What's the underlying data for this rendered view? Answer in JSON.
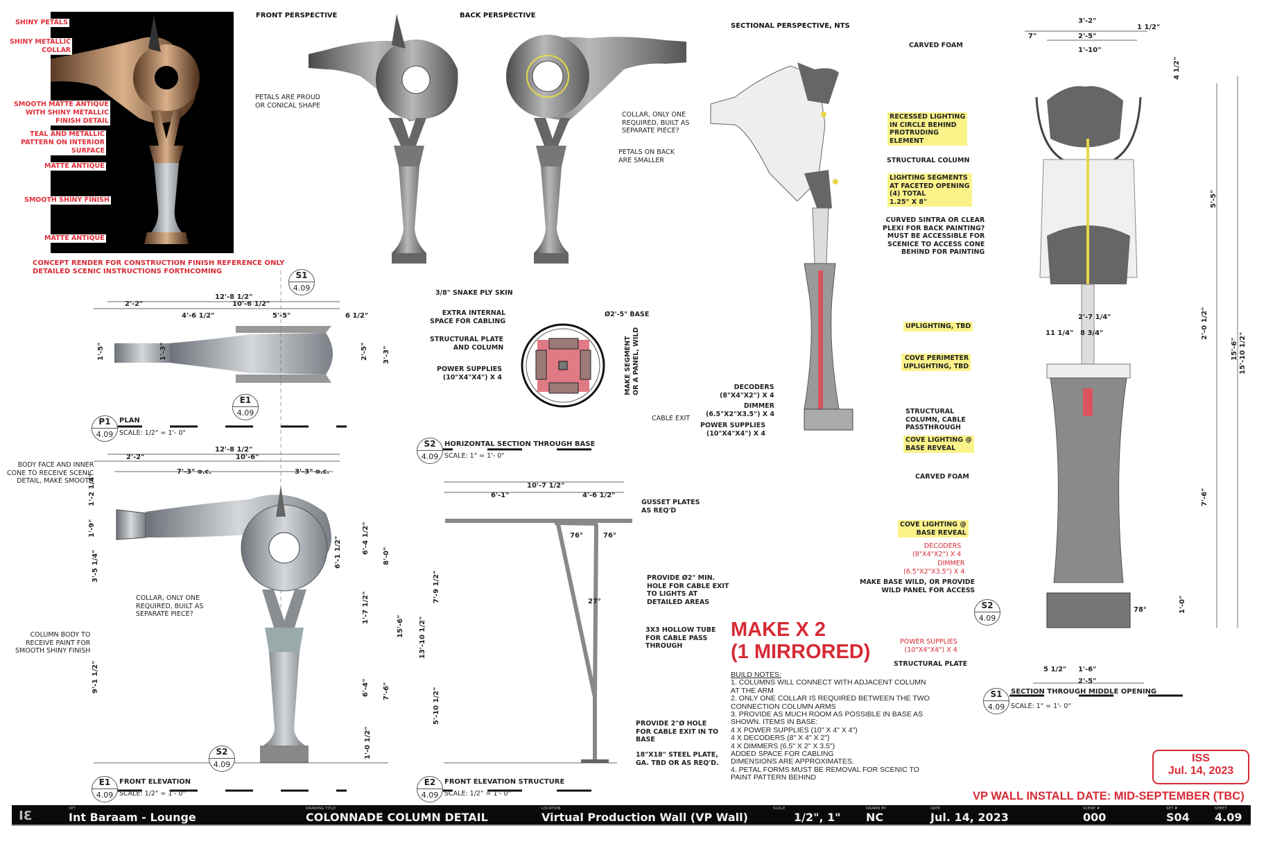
{
  "render": {
    "callouts": [
      "SHINY PETALS",
      "SHINY METALLIC\nCOLLAR",
      "SMOOTH MATTE ANTIQUE\nWITH SHINY METALLIC\nFINISH DETAIL",
      "TEAL AND METALLIC\nPATTERN ON INTERIOR\nSURFACE",
      "MATTE ANTIQUE",
      "SMOOTH SHINY FINISH",
      "MATTE ANTIQUE"
    ],
    "caption_1": "CONCEPT RENDER FOR CONSTRUCTION FINISH REFERENCE ONLY",
    "caption_2": "DETAILED SCENIC INSTRUCTIONS FORTHCOMING"
  },
  "front_perspective": {
    "title": "FRONT PERSPECTIVE",
    "note": "PETALS ARE PROUD\nOR CONICAL SHAPE"
  },
  "back_perspective": {
    "title": "BACK PERSPECTIVE",
    "note_collar": "COLLAR, ONLY ONE\nREQUIRED, BUILT AS\nSEPARATE PIECE?",
    "note_petals": "PETALS ON BACK\nARE SMALLER"
  },
  "sectional": {
    "title": "SECTIONAL PERSPECTIVE, NTS",
    "carved_foam": "CARVED FOAM",
    "recessed": "RECESSED LIGHTING\nIN CIRCLE BEHIND\nPROTRUDING\nELEMENT",
    "structural_column": "STRUCTURAL COLUMN",
    "lighting_segments": "LIGHTING SEGMENTS\nAT FACETED OPENING\n(4) TOTAL\n1.25\" X 8\"",
    "curved_sintra": "CURVED SINTRA OR CLEAR\nPLEXI FOR BACK PAINTING?\nMUST BE ACCESSIBLE FOR\nSCENICE TO ACCESS CONE\nBEHIND FOR PAINTING",
    "uplighting": "UPLIGHTING, TBD",
    "cove_perimeter": "COVE PERIMETER\nUPLIGHTING, TBD",
    "decoders": "DECODERS\n(8\"X4\"X2\") X 4",
    "dimmer": "DIMMER\n(6.5\"X2\"X3.5\") X 4",
    "power_supplies": "POWER SUPPLIES\n(10\"X4\"X4\") X 4",
    "cable_passthrough": "STRUCTURAL\nCOLUMN, CABLE\nPASSTHROUGH",
    "cove_lighting": "COVE LIGHTING @\nBASE REVEAL"
  },
  "section_s1": {
    "carved_foam": "CARVED FOAM",
    "cove_lighting": "COVE LIGHTING @\nBASE REVEAL",
    "decoders": "DECODERS\n(8\"X4\"X2\") X 4",
    "dimmer": "DIMMER\n(6.5\"X2\"X3.5\") X 4",
    "make_base_wild": "MAKE BASE WILD, OR PROVIDE\nWILD PANEL FOR ACCESS",
    "power_supplies": "POWER SUPPLIES\n(10\"X4\"X4\") X 4",
    "structural_plate": "STRUCTURAL PLATE",
    "tag": "S1",
    "sheet": "4.09",
    "title": "SECTION THROUGH MIDDLE OPENING",
    "scale": "SCALE: 1\" = 1'- 0\"",
    "s2_tag": "S2",
    "s2_sheet": "4.09",
    "dims": [
      "3'-2\"",
      "2'-5\"",
      "1'-10\"",
      "7\"",
      "1 1/2\"",
      "4 1/2\"",
      "5'-5\"",
      "15'-6\"",
      "15'-10 1/2\"",
      "2'-0 1/2\"",
      "7'-6\"",
      "1'-0\"",
      "2'-7 1/4\"",
      "11 1/4\"",
      "8 3/4\"",
      "1'-6\"",
      "5 1/2\"",
      "2'-5\"",
      "78°"
    ]
  },
  "plan_p1": {
    "tag": "P1",
    "sheet": "4.09",
    "title": "PLAN",
    "scale": "SCALE: 1/2\" = 1'- 0\"",
    "s1_tag": "S1",
    "s1_sheet": "4.09",
    "e1_tag": "E1",
    "e1_sheet": "4.09",
    "dims": [
      "12'-8 1/2\"",
      "2'-2\"",
      "10'-6 1/2\"",
      "4'-6 1/2\"",
      "5'-5\"",
      "6 1/2\"",
      "1'-5\"",
      "1'-3\"",
      "2'-5\"",
      "3'-3\""
    ]
  },
  "section_s2": {
    "tag": "S2",
    "sheet": "4.09",
    "title": "HORIZONTAL SECTION THROUGH BASE",
    "scale": "SCALE: 1\" = 1'- 0\"",
    "snake_ply": "3/8\" SNAKE PLY SKIN",
    "extra_space": "EXTRA INTERNAL\nSPACE FOR CABLING",
    "structural_plate": "STRUCTURAL PLATE\nAND COLUMN",
    "power_supplies": "POWER SUPPLIES\n(10\"X4\"X4\") X 4",
    "base_dia": "Ø2'-5\" BASE",
    "make_segment": "MAKE SEGMENT\nOR A PANEL, WILD",
    "cable_exit": "CABLE EXIT"
  },
  "elevation_e1": {
    "tag": "E1",
    "sheet": "4.09",
    "title": "FRONT ELEVATION",
    "scale": "SCALE: 1/2\" = 1'- 0\"",
    "s2_tag": "S2",
    "s2_sheet": "4.09",
    "body_face": "BODY FACE AND INNER\nCONE TO RECEIVE SCENIC\nDETAIL, MAKE SMOOTH",
    "collar": "COLLAR, ONLY ONE\nREQUIRED, BUILT AS\nSEPARATE PIECE?",
    "column_body": "COLUMN BODY TO\nRECEIVE PAINT FOR\nSMOOTH SHINY FINISH",
    "dims": [
      "12'-8 1/2\"",
      "2'-2\"",
      "10'-6\"",
      "7'-3\" o.c.",
      "3'-3\" o.c.",
      "1'-2 1/4\"",
      "1'-9\"",
      "3'-5 1/4\"",
      "9'-1 1/2\"",
      "6'-4 1/2\"",
      "8'-0\"",
      "6'-1 1/2\"",
      "1'-7 1/2\"",
      "6'-4\"",
      "7'-6\"",
      "15'-6\"",
      "1'-0 1/2\""
    ]
  },
  "elevation_e2": {
    "tag": "E2",
    "sheet": "4.09",
    "title": "FRONT ELEVATION STRUCTURE",
    "scale": "SCALE: 1/2\" = 1'- 0\"",
    "gusset": "GUSSET PLATES\nAS REQ'D",
    "hole_min": "PROVIDE Ø2\" MIN.\nHOLE FOR CABLE EXIT\nTO LIGHTS AT\nDETAILED AREAS",
    "hollow_tube": "3X3 HOLLOW TUBE\nFOR CABLE PASS\nTHROUGH",
    "hole_base": "PROVIDE 2\"Ø HOLE\nFOR CABLE EXIT IN TO\nBASE",
    "steel_plate": "18\"X18\" STEEL PLATE,\nGA. TBD OR AS REQ'D.",
    "dims": [
      "10'-7 1/2\"",
      "6'-1\"",
      "4'-6 1/2\"",
      "7'-9 1/2\"",
      "13'-10 1/2\"",
      "5'-10 1/2\"",
      "76°",
      "76°",
      "27°"
    ]
  },
  "make": {
    "line1": "MAKE X 2",
    "line2": "(1 MIRRORED)"
  },
  "build_notes": {
    "title": "BUILD NOTES:",
    "lines": [
      "1. COLUMNS WILL CONNECT WITH ADJACENT COLUMN",
      "AT THE ARM",
      "2. ONLY ONE COLLAR IS REQUIRED BETWEEN THE TWO",
      "CONNECTION COLUMN ARMS",
      "3. PROVIDE AS MUCH ROOM AS POSSIBLE IN BASE AS",
      "SHOWN. ITEMS IN BASE:",
      "4 X POWER SUPPLIES (10\" X 4\" X 4\")",
      "4 X DECODERS (8\" X 4\" X 2\")",
      "4 X DIMMERS (6.5\" X 2\" X 3.5\")",
      "ADDED SPACE FOR CABLING",
      "DIMENSIONS ARE APPROXIMATES.",
      "4. PETAL FORMS MUST BE REMOVAL FOR SCENIC TO",
      "PAINT PATTERN BEHIND"
    ]
  },
  "stamp": {
    "line1": "ISS",
    "line2": "Jul. 14, 2023"
  },
  "install_date": "VP WALL INSTALL DATE: MID-SEPTEMBER (TBC)",
  "title_block": {
    "logo": "3I",
    "set_caption": "SET",
    "set": "Int Baraam - Lounge",
    "drawing_title_caption": "DRAWING TITLE",
    "drawing_title": "COLONNADE COLUMN DETAIL",
    "location_caption": "LOCATION",
    "location": "Virtual Production Wall (VP Wall)",
    "scale_caption": "SCALE",
    "scale": "1/2\", 1\"",
    "drawn_by_caption": "DRAWN BY",
    "drawn_by": "NC",
    "date_caption": "DATE",
    "date": "Jul. 14, 2023",
    "scene_caption": "SCENE #",
    "scene": "000",
    "set_no_caption": "SET #",
    "set_no": "S04",
    "sheet_caption": "SHEET",
    "sheet": "4.09"
  },
  "colors": {
    "accent_red": "#d62a35",
    "highlight": "#fbf38a",
    "title_bar": "#0a0a0a"
  }
}
